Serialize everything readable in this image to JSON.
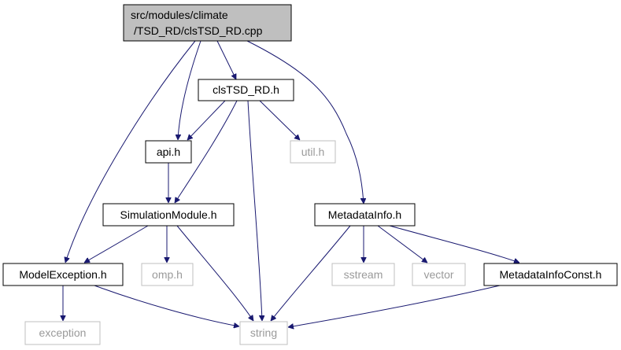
{
  "diagram": {
    "type": "include-dependency-graph",
    "root": {
      "id": "root",
      "label_lines": [
        "src/modules/climate",
        "/TSD_RD/clsTSD_RD.cpp"
      ],
      "style": "root"
    },
    "nodes": [
      {
        "id": "clsTSD_RD_h",
        "label": "clsTSD_RD.h",
        "style": "documented"
      },
      {
        "id": "api_h",
        "label": "api.h",
        "style": "documented"
      },
      {
        "id": "util_h",
        "label": "util.h",
        "style": "external"
      },
      {
        "id": "SimulationModule_h",
        "label": "SimulationModule.h",
        "style": "documented"
      },
      {
        "id": "MetadataInfo_h",
        "label": "MetadataInfo.h",
        "style": "documented"
      },
      {
        "id": "ModelException_h",
        "label": "ModelException.h",
        "style": "documented"
      },
      {
        "id": "omp_h",
        "label": "omp.h",
        "style": "external"
      },
      {
        "id": "sstream",
        "label": "sstream",
        "style": "external"
      },
      {
        "id": "vector",
        "label": "vector",
        "style": "external"
      },
      {
        "id": "MetadataInfoConst_h",
        "label": "MetadataInfoConst.h",
        "style": "documented"
      },
      {
        "id": "exception",
        "label": "exception",
        "style": "external"
      },
      {
        "id": "string",
        "label": "string",
        "style": "external"
      }
    ],
    "edges": [
      {
        "from": "root",
        "to": "ModelException_h"
      },
      {
        "from": "root",
        "to": "api_h"
      },
      {
        "from": "root",
        "to": "clsTSD_RD_h"
      },
      {
        "from": "root",
        "to": "MetadataInfo_h"
      },
      {
        "from": "clsTSD_RD_h",
        "to": "api_h"
      },
      {
        "from": "clsTSD_RD_h",
        "to": "SimulationModule_h"
      },
      {
        "from": "clsTSD_RD_h",
        "to": "string"
      },
      {
        "from": "clsTSD_RD_h",
        "to": "util_h"
      },
      {
        "from": "api_h",
        "to": "SimulationModule_h"
      },
      {
        "from": "SimulationModule_h",
        "to": "ModelException_h"
      },
      {
        "from": "SimulationModule_h",
        "to": "omp_h"
      },
      {
        "from": "SimulationModule_h",
        "to": "string"
      },
      {
        "from": "ModelException_h",
        "to": "exception"
      },
      {
        "from": "ModelException_h",
        "to": "string"
      },
      {
        "from": "MetadataInfo_h",
        "to": "string"
      },
      {
        "from": "MetadataInfo_h",
        "to": "sstream"
      },
      {
        "from": "MetadataInfo_h",
        "to": "vector"
      },
      {
        "from": "MetadataInfo_h",
        "to": "MetadataInfoConst_h"
      },
      {
        "from": "MetadataInfoConst_h",
        "to": "string"
      }
    ],
    "colors": {
      "edge": "#191970",
      "root_fill": "#bfbfbf",
      "documented_border": "#000000",
      "external_border": "#bfbfbf",
      "external_text": "#9a9a9a"
    }
  }
}
